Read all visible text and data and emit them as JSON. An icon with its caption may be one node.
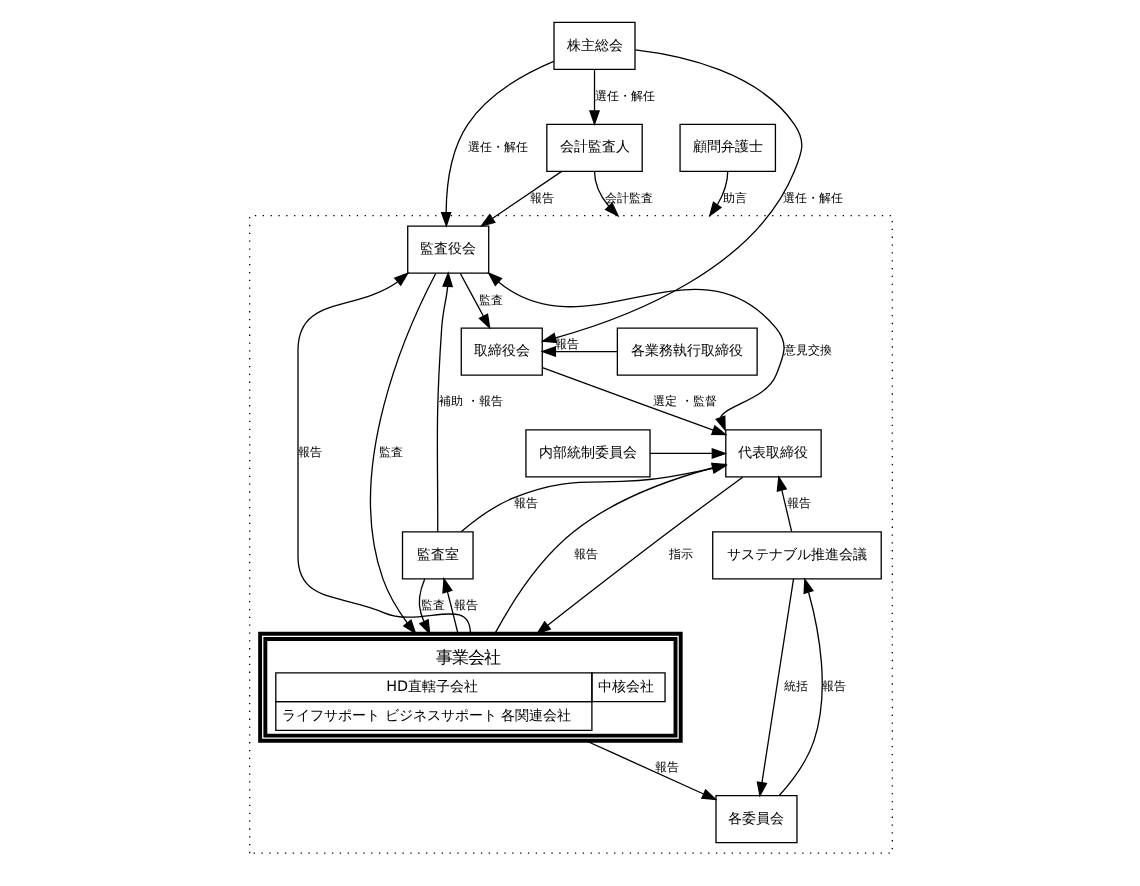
{
  "diagram": {
    "nodes": [
      {
        "text": [
          "株主総会"
        ]
      },
      {
        "text": [
          "会計監査人"
        ]
      },
      {
        "text": [
          "顧問弁護士"
        ]
      },
      {
        "text": [],
        "shape": "box"
      },
      {
        "text": [
          "監査役会"
        ],
        "in": 3
      },
      {
        "text": [
          "取締役会"
        ],
        "in": 3
      },
      {
        "text": [
          "各業務執行取締役"
        ],
        "in": 3
      },
      {
        "text": [
          "代表取締役"
        ],
        "in": 3
      },
      {
        "text": [
          "内部統制委員会"
        ],
        "in": 3
      },
      {
        "text": [
          "監査室"
        ],
        "in": 3
      },
      {
        "text": [
          "サステナブル推進会議"
        ],
        "in": 3
      },
      {
        "text": [
          "事業会社",
          "HD直轄子会社",
          "中核会社",
          "ライフサポート ビジネスサポート 各関連会社"
        ],
        "in": 3
      },
      {
        "text": [
          "各委員会"
        ],
        "in": 3
      }
    ],
    "edges": [
      {
        "from": 0,
        "to": 1,
        "arrow": "to",
        "label": "選任・解任"
      },
      {
        "from": 0,
        "to": 4,
        "arrow": "to",
        "label": "選任・解任"
      },
      {
        "from": 0,
        "to": 5,
        "arrow": "to",
        "label": "選任・解任"
      },
      {
        "from": 1,
        "to": 4,
        "arrow": "to",
        "label": "報告"
      },
      {
        "from": 1,
        "to": 3,
        "arrow": "to",
        "label": "会計監査"
      },
      {
        "from": 2,
        "to": 3,
        "arrow": "to",
        "label": "助言"
      },
      {
        "from": 4,
        "to": 5,
        "arrow": "to",
        "label": "監査"
      },
      {
        "from": 6,
        "to": 5,
        "arrow": "to",
        "label": "報告"
      },
      {
        "from": 5,
        "to": 7,
        "arrow": "to",
        "label": "選定 ・監督"
      },
      {
        "from": 7,
        "to": 4,
        "arrow": "both",
        "label": "意見交換"
      },
      {
        "from": 9,
        "to": 4,
        "arrow": "to",
        "label": "補助 ・報告"
      },
      {
        "from": 9,
        "to": 7,
        "arrow": "to",
        "label": "報告"
      },
      {
        "from": 8,
        "to": 7,
        "arrow": "to"
      },
      {
        "from": 10,
        "to": 7,
        "arrow": "to",
        "label": "報告"
      },
      {
        "from": 4,
        "to": 11,
        "arrow": "to",
        "label": "監査"
      },
      {
        "from": 11,
        "to": 4,
        "arrow": "to",
        "label": "報告"
      },
      {
        "from": 9,
        "to": 11,
        "arrow": "to",
        "label": "監査"
      },
      {
        "from": 11,
        "to": 9,
        "arrow": "to",
        "label": "報告"
      },
      {
        "from": 7,
        "to": 11,
        "arrow": "to",
        "label": "指示"
      },
      {
        "from": 11,
        "to": 7,
        "arrow": "to",
        "label": "報告"
      },
      {
        "from": 10,
        "to": 12,
        "arrow": "to",
        "label": "統括"
      },
      {
        "from": 12,
        "to": 10,
        "arrow": "to",
        "label": "報告"
      },
      {
        "from": 11,
        "to": 12,
        "arrow": "to",
        "label": "報告"
      }
    ]
  }
}
